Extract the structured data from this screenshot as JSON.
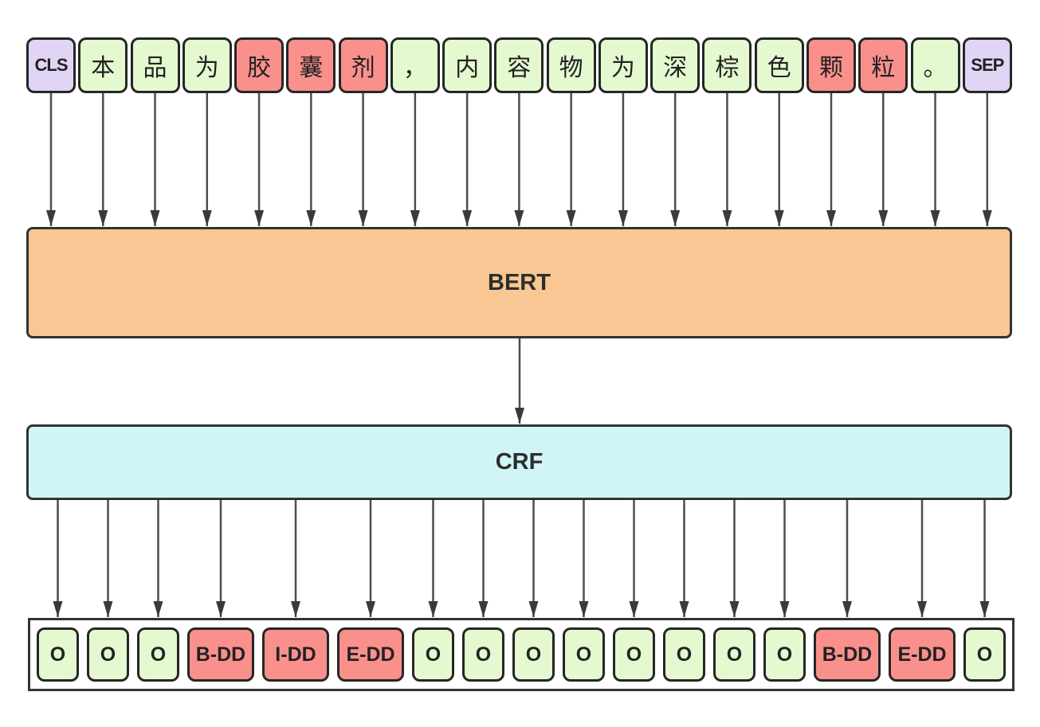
{
  "blocks": {
    "bert_label": "BERT",
    "crf_label": "CRF"
  },
  "tokens": [
    {
      "text": "CLS",
      "type": "special"
    },
    {
      "text": "本",
      "type": "plain"
    },
    {
      "text": "品",
      "type": "plain"
    },
    {
      "text": "为",
      "type": "plain"
    },
    {
      "text": "胶",
      "type": "entity"
    },
    {
      "text": "囊",
      "type": "entity"
    },
    {
      "text": "剂",
      "type": "entity"
    },
    {
      "text": "，",
      "type": "plain"
    },
    {
      "text": "内",
      "type": "plain"
    },
    {
      "text": "容",
      "type": "plain"
    },
    {
      "text": "物",
      "type": "plain"
    },
    {
      "text": "为",
      "type": "plain"
    },
    {
      "text": "深",
      "type": "plain"
    },
    {
      "text": "棕",
      "type": "plain"
    },
    {
      "text": "色",
      "type": "plain"
    },
    {
      "text": "颗",
      "type": "entity"
    },
    {
      "text": "粒",
      "type": "entity"
    },
    {
      "text": "。",
      "type": "plain"
    },
    {
      "text": "SEP",
      "type": "special"
    }
  ],
  "outputs": [
    {
      "text": "O",
      "type": "o"
    },
    {
      "text": "O",
      "type": "o"
    },
    {
      "text": "O",
      "type": "o"
    },
    {
      "text": "B-DD",
      "type": "entity"
    },
    {
      "text": "I-DD",
      "type": "entity"
    },
    {
      "text": "E-DD",
      "type": "entity"
    },
    {
      "text": "O",
      "type": "o"
    },
    {
      "text": "O",
      "type": "o"
    },
    {
      "text": "O",
      "type": "o"
    },
    {
      "text": "O",
      "type": "o"
    },
    {
      "text": "O",
      "type": "o"
    },
    {
      "text": "O",
      "type": "o"
    },
    {
      "text": "O",
      "type": "o"
    },
    {
      "text": "O",
      "type": "o"
    },
    {
      "text": "B-DD",
      "type": "entity"
    },
    {
      "text": "E-DD",
      "type": "entity"
    },
    {
      "text": "O",
      "type": "o"
    }
  ],
  "colors": {
    "special": "#e2d4f5",
    "plain": "#e5f9d0",
    "entity": "#f9908c",
    "o": "#e5f9d0",
    "bert": "#f9c794",
    "crf": "#d1f5f6",
    "arrow": "#4d4d4d",
    "arrowhead": "#3a3a3a",
    "border": "#262626"
  }
}
